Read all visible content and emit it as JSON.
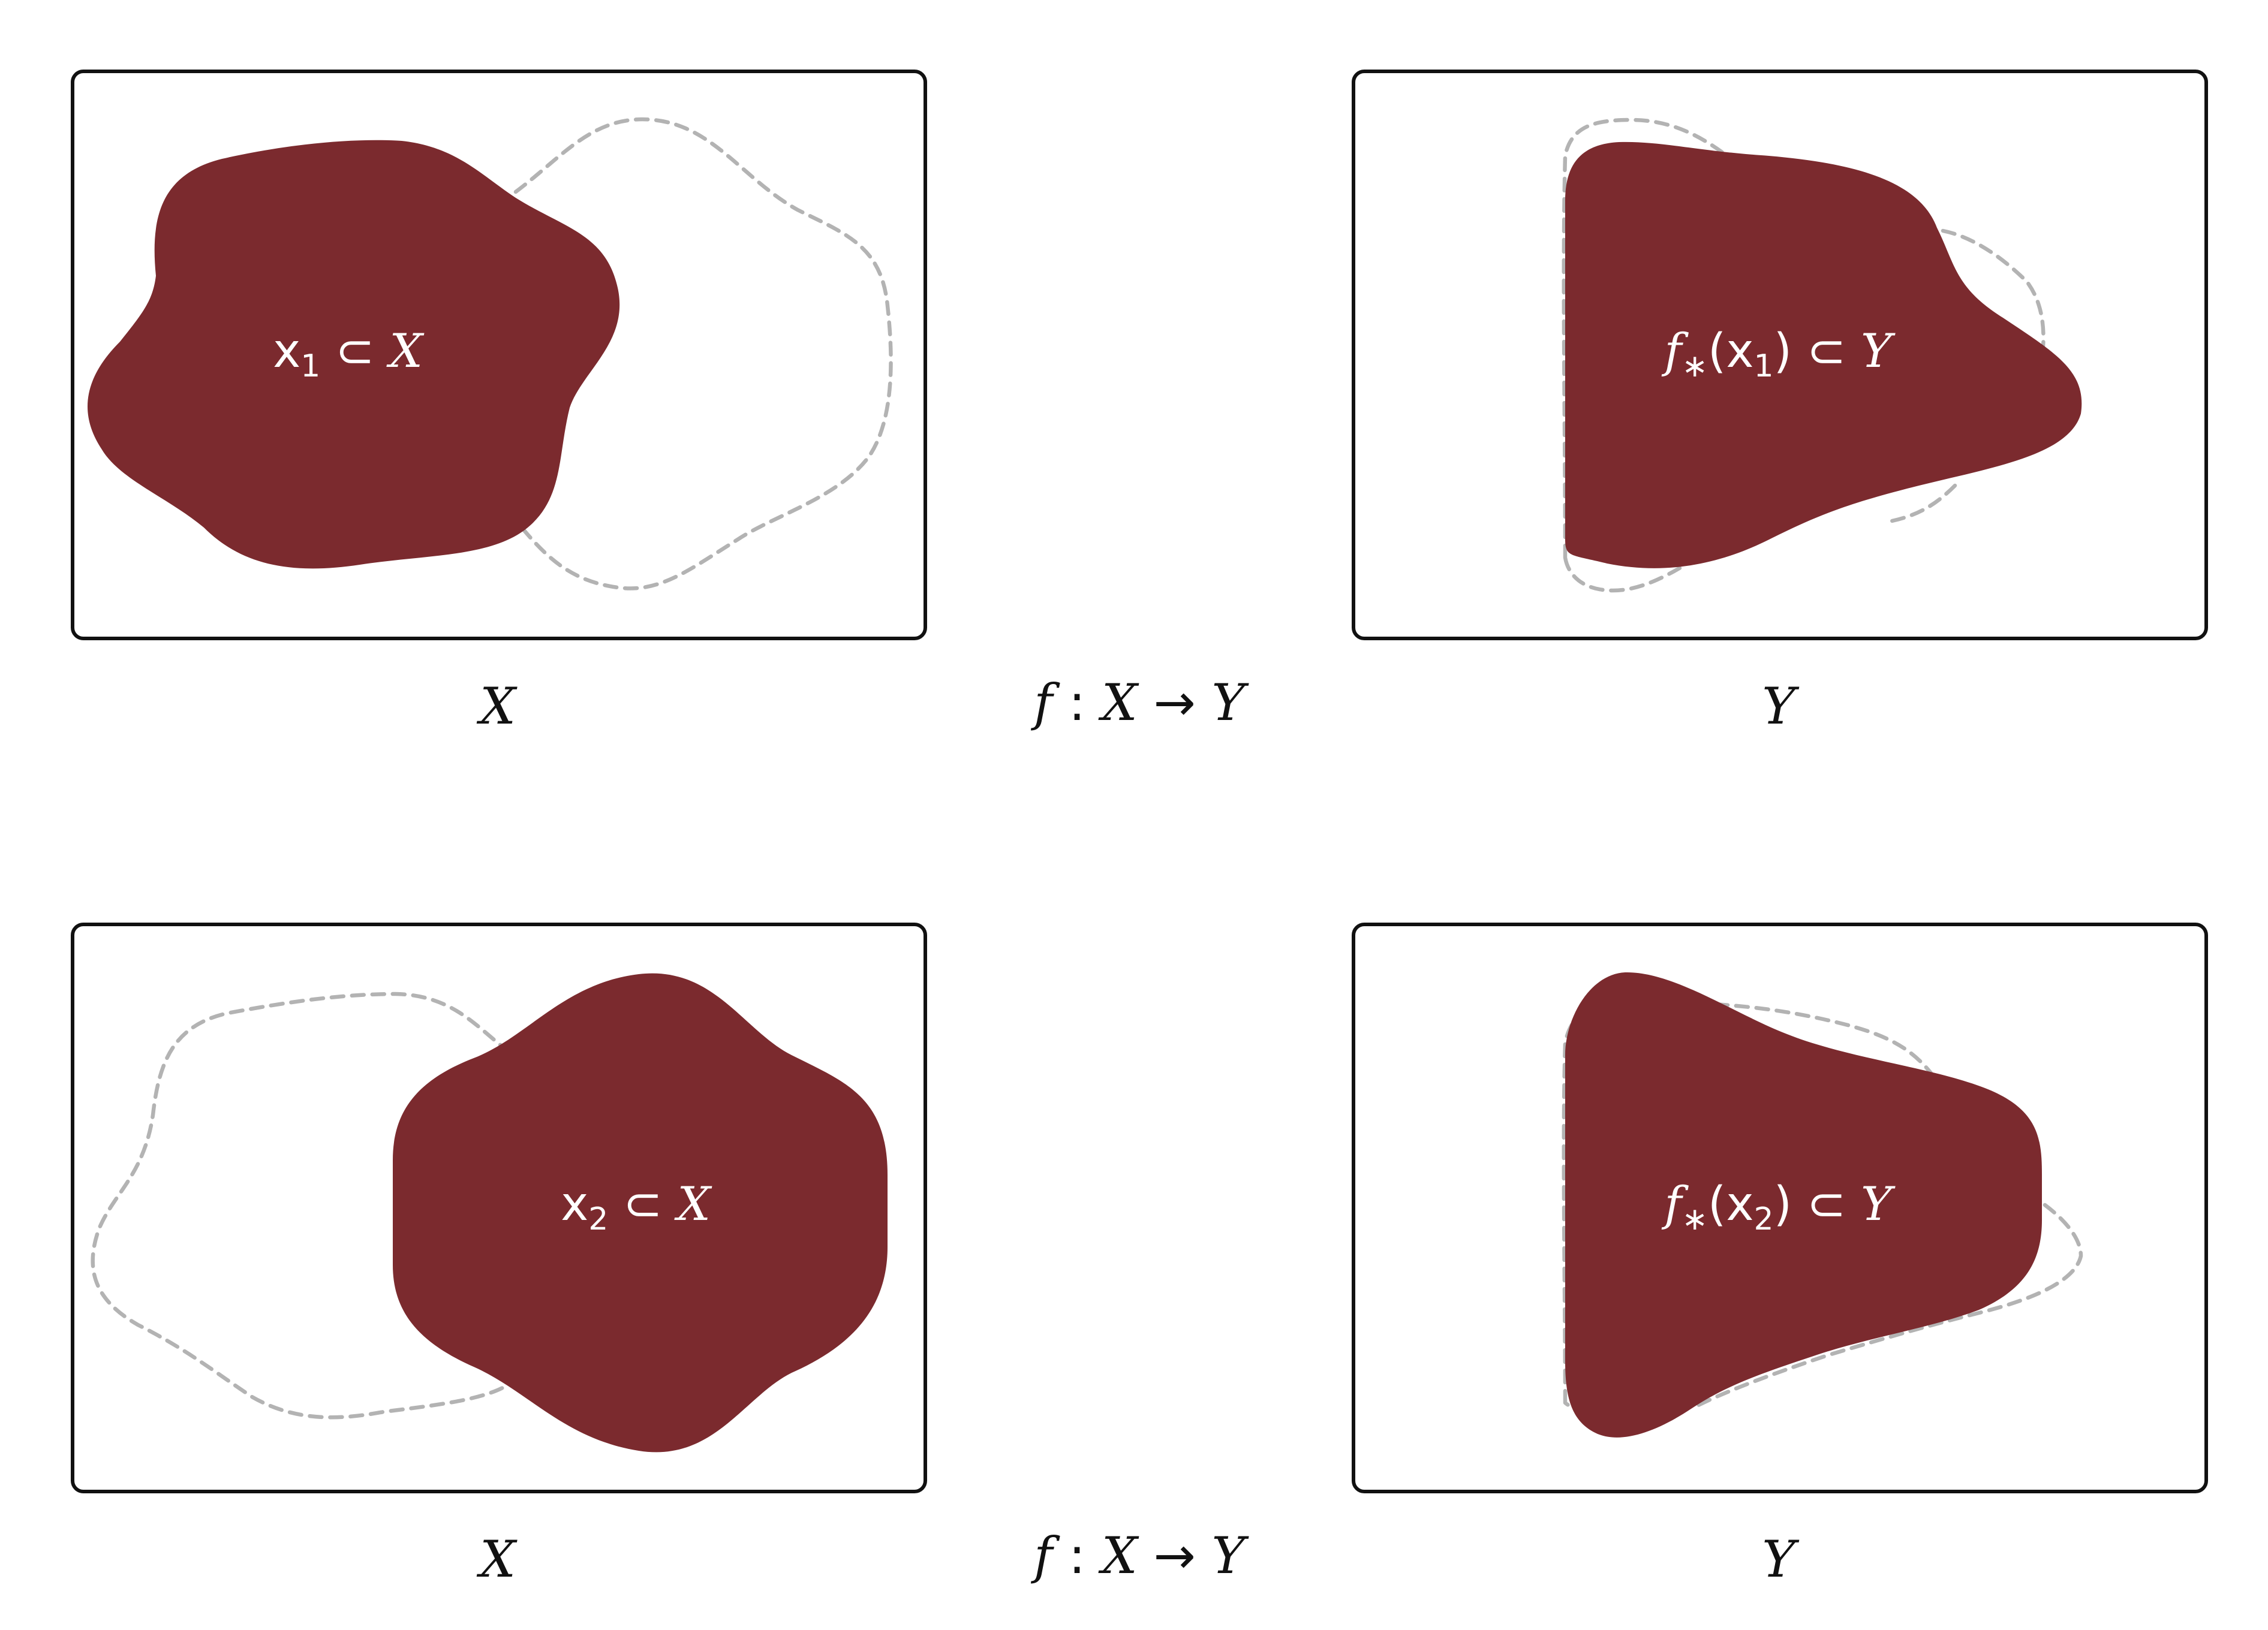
{
  "colors": {
    "fill": "#7b2a2e",
    "ghost_outline": "#b3b3b3",
    "frame": "#111111",
    "background": "#ffffff"
  },
  "rows": [
    {
      "domain_label": "X",
      "codomain_label": "Y",
      "map_label": {
        "f": "f",
        "colon": " : ",
        "X": "X",
        "arrow": " → ",
        "Y": "Y"
      },
      "subset_label": {
        "base": "x",
        "index": "1",
        "rel": " ⊂ ",
        "space": "X"
      },
      "image_label": {
        "f": "f",
        "star": "∗",
        "open": "(",
        "base": "x",
        "index": "1",
        "close": ")",
        "rel": " ⊂ ",
        "space": "Y"
      }
    },
    {
      "domain_label": "X",
      "codomain_label": "Y",
      "map_label": {
        "f": "f",
        "colon": " : ",
        "X": "X",
        "arrow": " → ",
        "Y": "Y"
      },
      "subset_label": {
        "base": "x",
        "index": "2",
        "rel": " ⊂ ",
        "space": "X"
      },
      "image_label": {
        "f": "f",
        "star": "∗",
        "open": "(",
        "base": "x",
        "index": "2",
        "close": ")",
        "rel": " ⊂ ",
        "space": "Y"
      }
    }
  ]
}
